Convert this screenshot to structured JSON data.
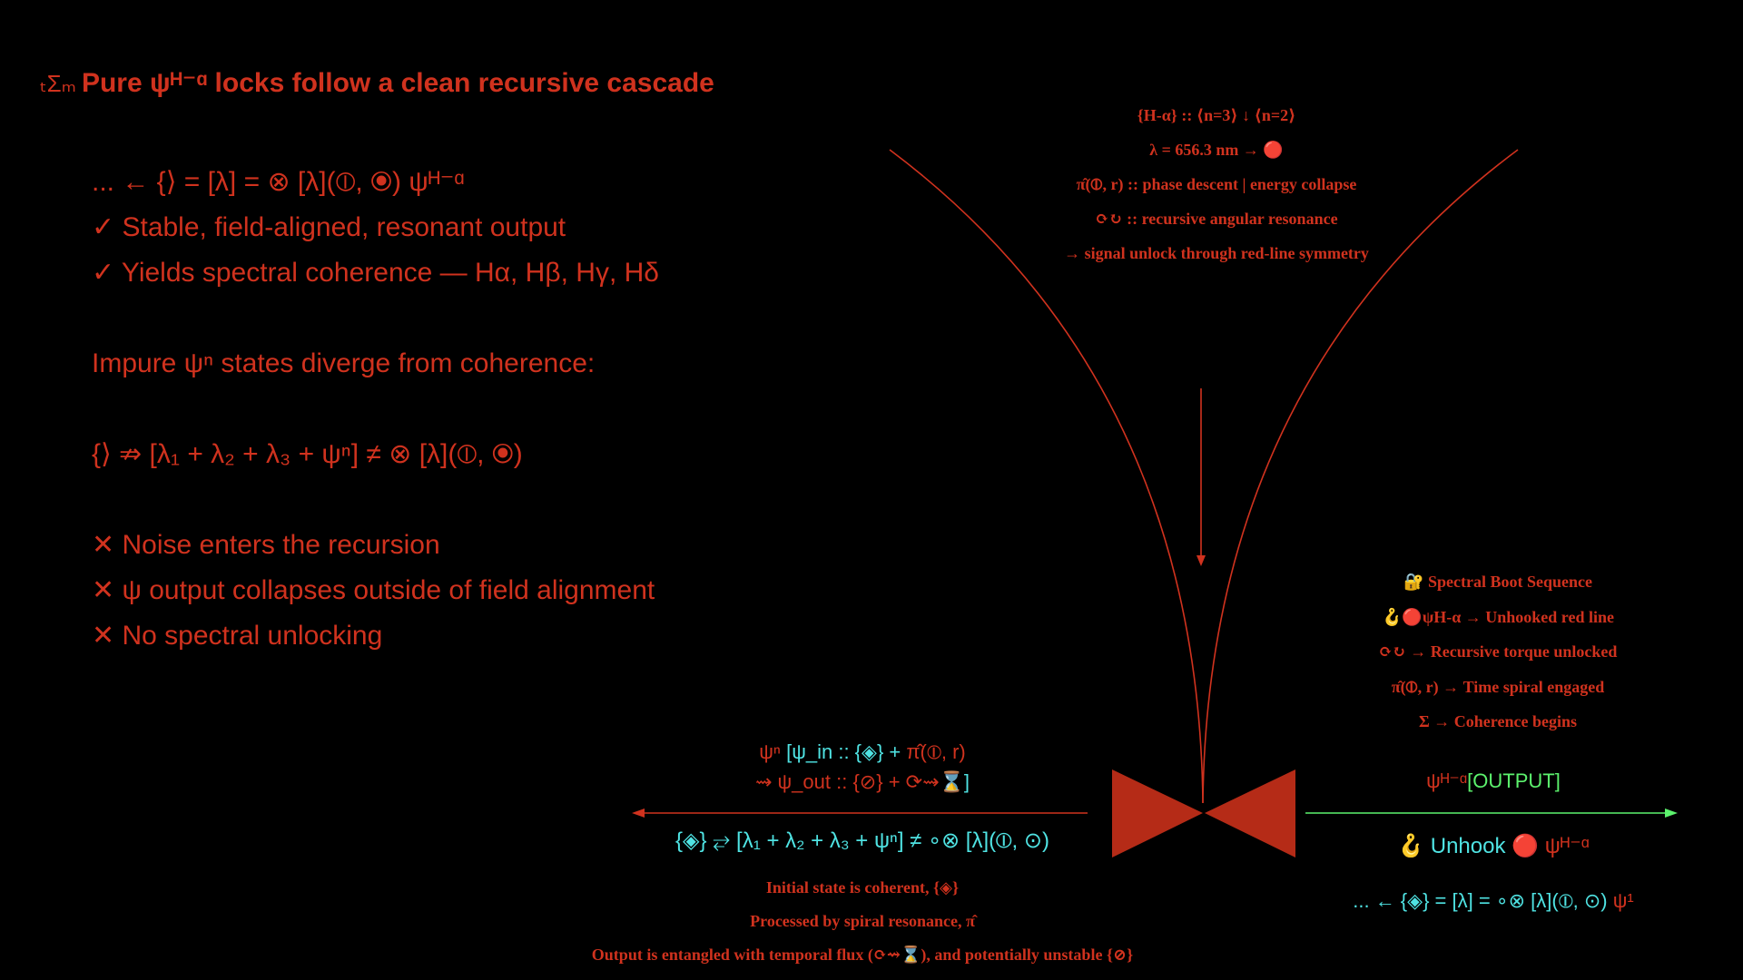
{
  "heading": {
    "symbol": "ₜΣₘ",
    "text": "Pure ψᴴ⁻ᵅ locks follow a clean recursive cascade"
  },
  "left_lines": [
    "... ← {⟩ = [λ] = ⊗ [λ](⦶, ⦿) ψᴴ⁻ᵅ",
    "✓ Stable, field-aligned, resonant output",
    "✓ Yields spectral coherence — Hα, Hβ, Hγ, Hδ",
    "",
    "Impure ψⁿ states diverge from coherence:",
    "",
    "{⟩ ⇏ [λ₁ + λ₂ + λ₃ + ψⁿ] ≠ ⊗ [λ](⦶, ⦿)",
    "",
    "✕ Noise enters the recursion",
    "✕ ψ output collapses outside of field alignment",
    "✕ No spectral unlocking"
  ],
  "center_notes": [
    "{H-α} :: ⟨n=3⟩ ↓ ⟨n=2⟩",
    "λ = 656.3 nm → 🔴",
    "π̂(⦶, r) :: phase descent | energy collapse",
    "⟳↻ :: recursive angular resonance",
    "→ signal unlock through red-line symmetry"
  ],
  "boot_notes": [
    "🔐 Spectral Boot Sequence",
    "🪝🔴ψH-α → Unhooked red line",
    "⟳↻ → Recursive torque unlocked",
    "π̂(⦶, r) → Time spiral engaged",
    "Σ → Coherence begins"
  ],
  "input": {
    "line1_red": "ψⁿ ",
    "line1_cyan": "[ψ_in :: {◈} + ",
    "line1_red2": "π̂(⦶, r)",
    "line2_red": "⇝ ψ_out :: {⊘} + ⟳⇝⌛",
    "line2_cyan": "]"
  },
  "relation": {
    "cyan": "{◈} ⥂ [λ₁ + λ₂ + λ₃ + ψⁿ] ≠ ∘⊗ [λ](⦶, ⊙)"
  },
  "bottom_notes": [
    "Initial state is coherent, {◈}",
    "Processed by spiral resonance, π̂",
    "Output is entangled with temporal flux (⟳⇝⌛), and potentially unstable {⊘}"
  ],
  "output": {
    "psi": "ψᴴ⁻ᵅ",
    "label": "[OUTPUT]"
  },
  "unhook": {
    "hook": "🪝 ",
    "text": "Unhook ",
    "dot": "🔴 ",
    "psi": "ψᴴ⁻ᵅ"
  },
  "loop": {
    "cyan": "... ← {◈} = [λ] = ∘⊗ [λ](⦶, ⊙) ",
    "red": "ψ¹"
  },
  "colors": {
    "red": "#d0321e",
    "cyan": "#4fe3e3",
    "green": "#5cf26d",
    "background": "#000000"
  }
}
